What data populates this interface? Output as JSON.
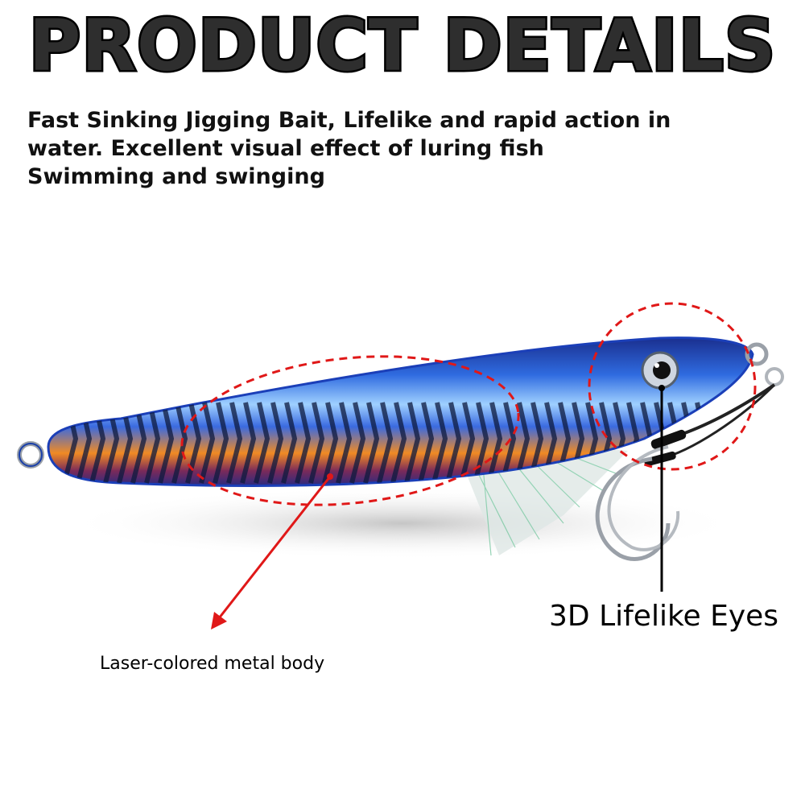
{
  "title": "PRODUCT DETAILS",
  "description": [
    "Fast Sinking Jigging Bait, Lifelike and rapid action in",
    "water. Excellent visual effect of luring fish",
    "Swimming and swinging"
  ],
  "callouts": {
    "eyes_label": "3D Lifelike Eyes",
    "body_label": "Laser-colored metal body"
  },
  "colors": {
    "body_blue": "#1b3fb8",
    "belly_orange": "#f08a24",
    "callout_red": "#e01818",
    "title_fill": "#2e2e2e"
  }
}
